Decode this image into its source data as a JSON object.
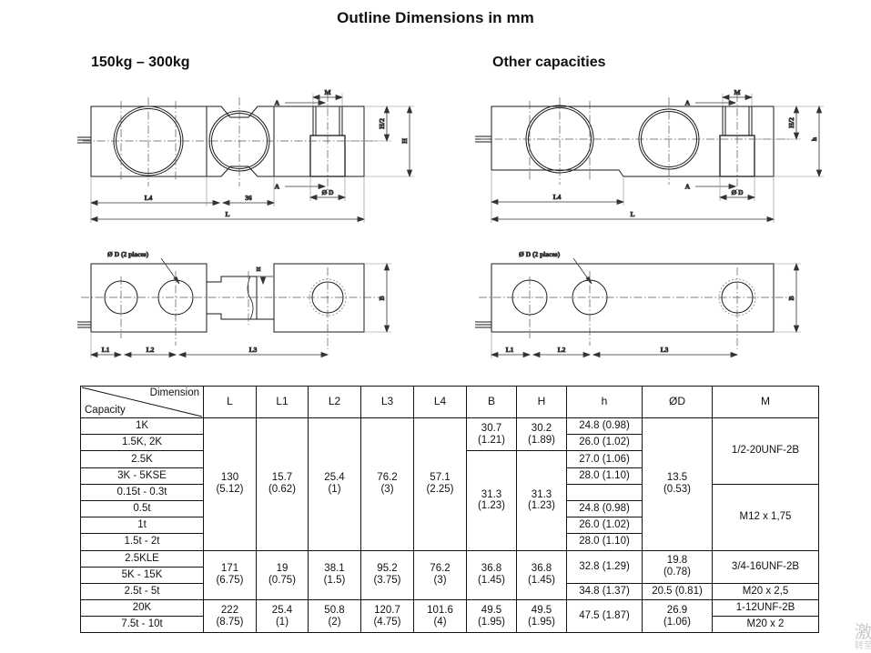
{
  "document": {
    "title": "Outline Dimensions in mm",
    "sections": [
      {
        "id": "left",
        "title": "150kg – 300kg"
      },
      {
        "id": "right",
        "title": "Other capacities"
      }
    ],
    "watermark": {
      "line1": "激",
      "line2": "转至"
    }
  },
  "drawings": {
    "left_side_view": {
      "labels": {
        "l4": "L4",
        "mid": "36",
        "l": "L",
        "m": "M",
        "od": "Ø D",
        "h": "H",
        "h2": "H/2",
        "section_top": "A",
        "section_bottom": "A"
      }
    },
    "left_plan_view": {
      "labels": {
        "hole_note": "Ø D (2 places)",
        "l1": "L1",
        "l2": "L2",
        "l3": "L3",
        "b": "B",
        "h_small": "H"
      }
    },
    "right_side_view": {
      "labels": {
        "l4": "L4",
        "l": "L",
        "m": "M",
        "od": "Ø D",
        "h": "h",
        "h2": "H/2",
        "section_top": "A",
        "section_bottom": "A"
      }
    },
    "right_plan_view": {
      "labels": {
        "hole_note": "Ø D (2 places)",
        "l1": "L1",
        "l2": "L2",
        "l3": "L3",
        "b": "B"
      }
    }
  },
  "table": {
    "corner": {
      "dimension_label": "Dimension",
      "capacity_label": "Capacity"
    },
    "columns": [
      "L",
      "L1",
      "L2",
      "L3",
      "L4",
      "B",
      "H",
      "h",
      "ØD",
      "M"
    ],
    "rows": [
      {
        "capacity": "1K"
      },
      {
        "capacity": "1.5K, 2K"
      },
      {
        "capacity": "2.5K"
      },
      {
        "capacity": "3K - 5KSE"
      },
      {
        "capacity": "0.15t - 0.3t"
      },
      {
        "capacity": "0.5t"
      },
      {
        "capacity": "1t"
      },
      {
        "capacity": "1.5t - 2t"
      },
      {
        "capacity": "2.5KLE"
      },
      {
        "capacity": "5K - 15K"
      },
      {
        "capacity": "2.5t - 5t"
      },
      {
        "capacity": "20K"
      },
      {
        "capacity": "7.5t - 10t"
      }
    ],
    "groups": {
      "L": [
        {
          "mm": "130",
          "inch": "(5.12)",
          "rows": 11
        },
        {
          "mm": "222",
          "inch": "(8.75)",
          "rows": 2
        }
      ],
      "L_first_span": 8,
      "L_values": [
        {
          "mm": "130",
          "inch": "(5.12)",
          "rows": 8
        },
        {
          "mm": "171",
          "inch": "(6.75)",
          "rows": 3
        },
        {
          "mm": "222",
          "inch": "(8.75)",
          "rows": 2
        }
      ],
      "L1_values": [
        {
          "mm": "15.7",
          "inch": "(0.62)",
          "rows": 8
        },
        {
          "mm": "19",
          "inch": "(0.75)",
          "rows": 3
        },
        {
          "mm": "25.4",
          "inch": "(1)",
          "rows": 2
        }
      ],
      "L2_values": [
        {
          "mm": "25.4",
          "inch": "(1)",
          "rows": 8
        },
        {
          "mm": "38.1",
          "inch": "(1.5)",
          "rows": 3
        },
        {
          "mm": "50.8",
          "inch": "(2)",
          "rows": 2
        }
      ],
      "L3_values": [
        {
          "mm": "76.2",
          "inch": "(3)",
          "rows": 8
        },
        {
          "mm": "95.2",
          "inch": "(3.75)",
          "rows": 3
        },
        {
          "mm": "120.7",
          "inch": "(4.75)",
          "rows": 2
        }
      ],
      "L4_values": [
        {
          "mm": "57.1",
          "inch": "(2.25)",
          "rows": 8
        },
        {
          "mm": "76.2",
          "inch": "(3)",
          "rows": 3
        },
        {
          "mm": "101.6",
          "inch": "(4)",
          "rows": 2
        }
      ],
      "B_values": [
        {
          "mm": "30.7",
          "inch": "(1.21)",
          "rows": 2
        },
        {
          "mm": "31.3",
          "inch": "(1.23)",
          "rows": 6
        },
        {
          "mm": "36.8",
          "inch": "(1.45)",
          "rows": 3
        },
        {
          "mm": "49.5",
          "inch": "(1.95)",
          "rows": 2
        }
      ],
      "H_values": [
        {
          "mm": "30.2",
          "inch": "(1.89)",
          "rows": 2
        },
        {
          "mm": "31.3",
          "inch": "(1.23)",
          "rows": 6
        },
        {
          "mm": "36.8",
          "inch": "(1.45)",
          "rows": 3
        },
        {
          "mm": "49.5",
          "inch": "(1.95)",
          "rows": 2
        }
      ],
      "h_values": [
        {
          "text": "24.8 (0.98)",
          "rows": 1
        },
        {
          "text": "26.0 (1.02)",
          "rows": 1
        },
        {
          "text": "27.0 (1.06)",
          "rows": 1
        },
        {
          "text": "28.0 (1.10)",
          "rows": 1
        },
        {
          "text": "",
          "rows": 1
        },
        {
          "text": "24.8 (0.98)",
          "rows": 1
        },
        {
          "text": "26.0 (1.02)",
          "rows": 1
        },
        {
          "text": "28.0 (1.10)",
          "rows": 1
        },
        {
          "text": "32.8 (1.29)",
          "rows": 2
        },
        {
          "text": "34.8 (1.37)",
          "rows": 1
        },
        {
          "text": "47.5 (1.87)",
          "rows": 2
        }
      ],
      "OD_values": [
        {
          "mm": "13.5",
          "inch": "(0.53)",
          "rows": 8,
          "single": false
        },
        {
          "mm": "19.8",
          "inch": "(0.78)",
          "rows": 2,
          "single": false
        },
        {
          "mm": "20.5 (0.81)",
          "inch": "",
          "rows": 1,
          "single": true
        },
        {
          "mm": "26.9",
          "inch": "(1.06)",
          "rows": 2,
          "single": false
        }
      ],
      "M_values": [
        {
          "text": "1/2-20UNF-2B",
          "rows": 4
        },
        {
          "text": "M12 x 1,75",
          "rows": 4
        },
        {
          "text": "3/4-16UNF-2B",
          "rows": 2
        },
        {
          "text": "M20 x 2,5",
          "rows": 1
        },
        {
          "text": "1-12UNF-2B",
          "rows": 1
        },
        {
          "text": "M20 x 2",
          "rows": 1
        }
      ]
    }
  }
}
